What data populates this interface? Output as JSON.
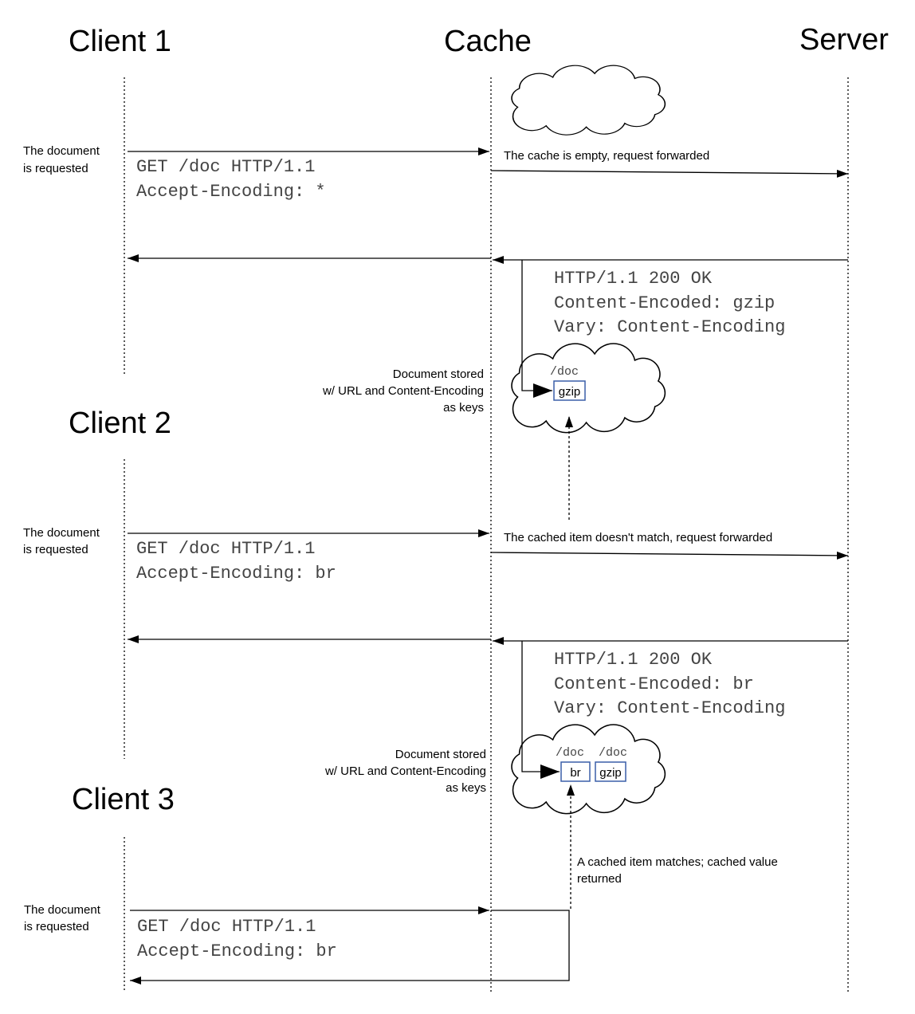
{
  "actors": {
    "client1": "Client 1",
    "client2": "Client 2",
    "client3": "Client 3",
    "cache": "Cache",
    "server": "Server"
  },
  "section1": {
    "client_note": [
      "The document",
      "is requested"
    ],
    "request": [
      "GET /doc HTTP/1.1",
      "Accept-Encoding: *"
    ],
    "forward_note": "The cache is empty, request forwarded",
    "response": [
      "HTTP/1.1 200 OK",
      "Content-Encoded: gzip",
      "Vary: Content-Encoding"
    ],
    "stored_note": [
      "Document stored",
      "w/ URL and Content-Encoding",
      "as keys"
    ],
    "cache_url": "/doc",
    "cache_key": "gzip"
  },
  "section2": {
    "client_note": [
      "The document",
      "is requested"
    ],
    "request": [
      "GET /doc HTTP/1.1",
      "Accept-Encoding: br"
    ],
    "forward_note": "The cached item doesn't match, request forwarded",
    "response": [
      "HTTP/1.1 200 OK",
      "Content-Encoded: br",
      "Vary: Content-Encoding"
    ],
    "stored_note": [
      "Document stored",
      "w/ URL and Content-Encoding",
      "as keys"
    ],
    "cache_urls": [
      "/doc",
      "/doc"
    ],
    "cache_keys": [
      "br",
      "gzip"
    ]
  },
  "section3": {
    "client_note": [
      "The document",
      "is requested"
    ],
    "request": [
      "GET /doc HTTP/1.1",
      "Accept-Encoding: br"
    ],
    "match_note": [
      "A cached item matches; cached value",
      "returned"
    ]
  }
}
